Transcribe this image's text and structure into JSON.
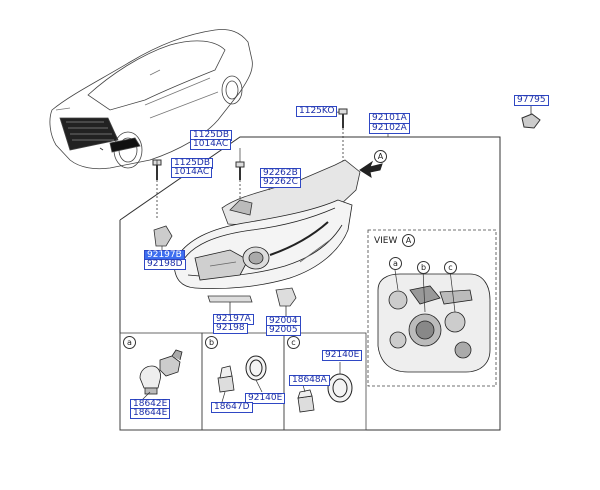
{
  "callouts": {
    "c97795": "97795",
    "c1125KO": "1125KO",
    "c92101A": "92101A",
    "c92102A": "92102A",
    "c1125DB_a": "1125DB",
    "c1014AC_a": "1014AC",
    "c1125DB_b": "1125DB",
    "c1014AC_b": "1014AC",
    "c92262B": "92262B",
    "c92262C": "92262C",
    "c92197B": "92197B",
    "c92198D": "92198D",
    "c92197A": "92197A",
    "c92198": "92198",
    "c92004": "92004",
    "c92005": "92005",
    "c92140E_c": "92140E",
    "c18648A": "18648A",
    "c92140E_b": "92140E",
    "c18647D": "18647D",
    "c18642E": "18642E",
    "c18644E": "18644E"
  },
  "view": {
    "label": "VIEW",
    "ref": "A"
  },
  "arrow_ref": "A",
  "sections": {
    "a": "a",
    "b": "b",
    "c": "c"
  },
  "view_markers": {
    "a": "a",
    "b": "b",
    "c": "c"
  },
  "colors": {
    "callout_text": "#1d2fa8",
    "callout_border": "#2f48c4",
    "highlight": "#3d6ef0"
  }
}
